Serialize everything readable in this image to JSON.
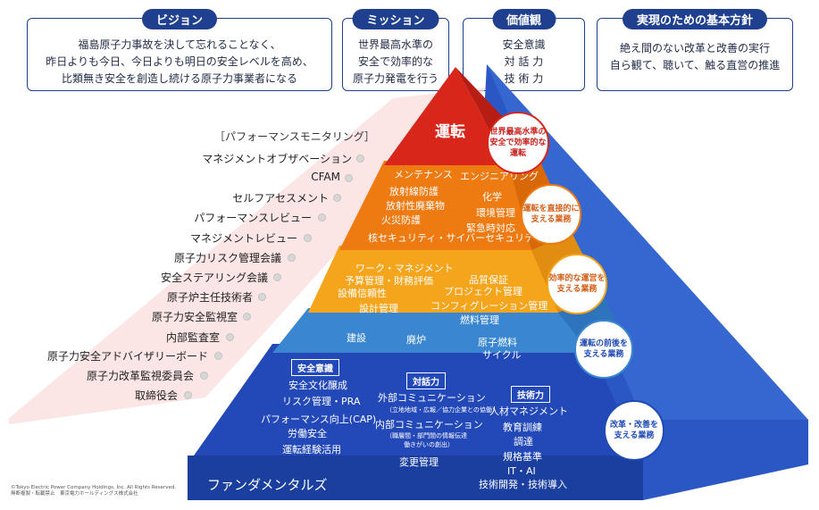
{
  "headers": {
    "vision": {
      "title": "ビジョン",
      "lines": [
        "福島原子力事故を決して忘れることなく、",
        "昨日よりも今日、今日よりも明日の安全レベルを高め、",
        "比類無き安全を創造し続ける原子力事業者になる"
      ]
    },
    "mission": {
      "title": "ミッション",
      "lines": [
        "世界最高水準の",
        "安全で効率的な",
        "原子力発電を行う"
      ]
    },
    "values": {
      "title": "価値観",
      "lines": [
        "安全意識",
        "対 話 力",
        "技 術 力"
      ]
    },
    "policy": {
      "title": "実現のための基本方針",
      "lines": [
        "絶え間のない改革と改善の実行",
        "自ら観て、聴いて、触る直営の推進"
      ]
    }
  },
  "monitoring": {
    "title": "［パフォーマンスモニタリング］",
    "items": [
      "マネジメントオブザベーション",
      "CFAM",
      "セルフアセスメント",
      "パフォーマンスレビュー",
      "マネジメントレビュー",
      "原子力リスク管理会議",
      "安全ステアリング会議",
      "原子炉主任技術者",
      "原子力安全監視室",
      "内部監査室",
      "原子力安全アドバイザリーボード",
      "原子力改革監視委員会",
      "取締役会"
    ]
  },
  "pyramid": {
    "top": {
      "label": "運転",
      "color": "#d9261c"
    },
    "layer2": {
      "items": [
        "メンテナンス",
        "エンジニアリング",
        "放射線防護",
        "化学",
        "放射性廃棄物",
        "環境管理",
        "火災防護",
        "緊急時対応",
        "核セキュリティ・サイバーセキュリティ"
      ],
      "color": "#ef7d00"
    },
    "layer3": {
      "items": [
        "ワーク・マネジメント",
        "予算管理・財務評価",
        "品質保証",
        "プロジェクト管理",
        "設備信頼性",
        "コンフィグレーション管理",
        "設計管理",
        "燃料管理"
      ],
      "color": "#f5a623"
    },
    "layer4": {
      "items": [
        "建設",
        "廃炉",
        "原子燃料",
        "サイクル"
      ],
      "color": "#2a8fd6"
    },
    "layer5": {
      "color": "#1f4bb5",
      "groups": [
        {
          "title": "安全意識",
          "items": [
            "安全文化醸成",
            "リスク管理・PRA",
            "パフォーマンス向上(CAP)",
            "労働安全",
            "運転経験活用"
          ]
        },
        {
          "title": "対話力",
          "items": [
            "外部コミュニケーション",
            "（立地地域・広報／協力企業との協働）",
            "内部コミュニケーション",
            "（職層間・部門間の情報伝達",
            "働きがいの創出）",
            "変更管理"
          ]
        },
        {
          "title": "技術力",
          "items": [
            "人材マネジメント",
            "教育訓練",
            "調達",
            "規格基準",
            "IT・AI",
            "技術開発・技術導入"
          ]
        }
      ]
    },
    "base": {
      "label": "ファンダメンタルズ",
      "color": "#1b3f9e"
    }
  },
  "circles": [
    {
      "text": [
        "世界最高水準の",
        "安全で効率的な",
        "運転"
      ]
    },
    {
      "text": [
        "運転を直接的に",
        "支える業務"
      ]
    },
    {
      "text": [
        "効率的な運営を",
        "支える業務"
      ]
    },
    {
      "text": [
        "運転の前後を",
        "支える業務"
      ]
    },
    {
      "text": [
        "改革・改善を",
        "支える業務"
      ]
    }
  ],
  "copyright": [
    "©Tokyo Electric Power Company Holdings, Inc. All Rights Reserved.",
    "無断複製・転載禁止　東京電力ホールディングス株式会社"
  ]
}
